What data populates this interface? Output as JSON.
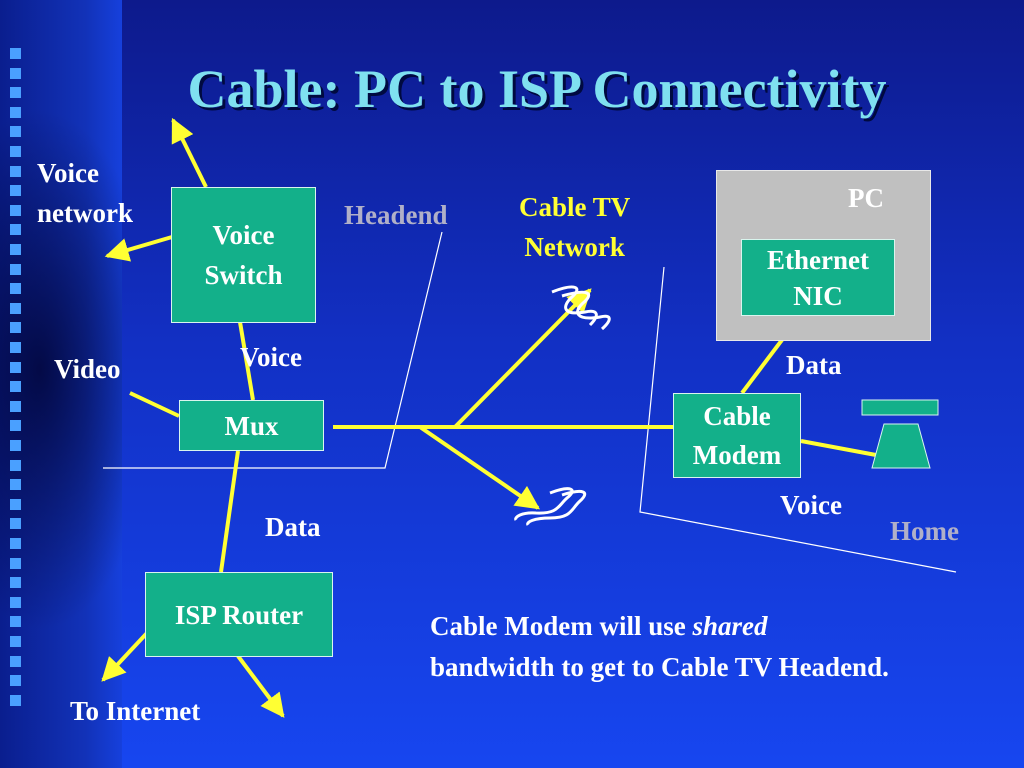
{
  "title": "Cable: PC to ISP Connectivity",
  "labels": {
    "voice_network": [
      "Voice",
      "network"
    ],
    "headend": "Headend",
    "cable_tv_network": [
      "Cable TV",
      "Network"
    ],
    "pc": "PC",
    "video": "Video",
    "voice_mux": "Voice",
    "data_pc": "Data",
    "data_isp": "Data",
    "voice_home": "Voice",
    "home": "Home",
    "to_internet": "To Internet"
  },
  "boxes": {
    "voice_switch": [
      "Voice",
      "Switch"
    ],
    "mux": "Mux",
    "isp_router": "ISP Router",
    "ethernet_nic": [
      "Ethernet",
      "NIC"
    ],
    "cable_modem": [
      "Cable",
      "Modem"
    ]
  },
  "note": {
    "before": "Cable Modem will use ",
    "emphasis": "shared",
    "after": " bandwidth to get to Cable TV Headend."
  },
  "colors": {
    "title": "#7fe0f0",
    "box_fill": "#13b08a",
    "connector": "#ffff33",
    "pc_case": "#c0c0c0",
    "boundary_line": "#ffffff"
  }
}
